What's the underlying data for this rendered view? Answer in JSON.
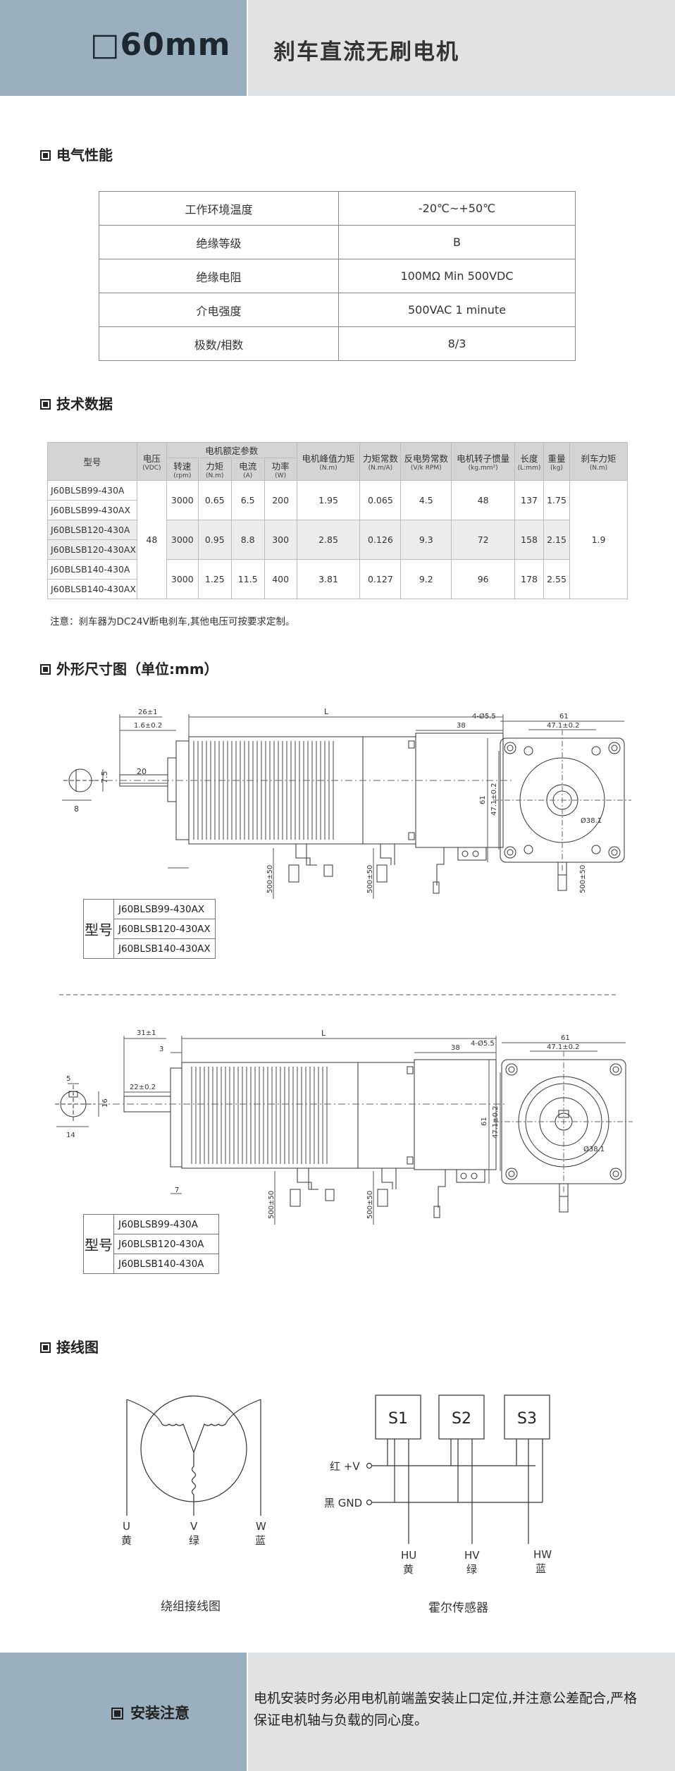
{
  "header": {
    "model": "□60mm",
    "title": "刹车直流无刷电机"
  },
  "sections": {
    "electrical": "电气性能",
    "technical": "技术数据",
    "dimensions": "外形尺寸图（单位:mm）",
    "wiring": "接线图"
  },
  "electrical_rows": [
    {
      "label": "工作环境温度",
      "value": "-20℃~+50℃"
    },
    {
      "label": "绝缘等级",
      "value": "B"
    },
    {
      "label": "绝缘电阻",
      "value": "100MΩ Min 500VDC"
    },
    {
      "label": "介电强度",
      "value": "500VAC 1 minute"
    },
    {
      "label": "极数/相数",
      "value": "8/3"
    }
  ],
  "tech": {
    "headers": {
      "model": "型号",
      "voltage": "电压",
      "voltage_unit": "(VDC)",
      "rated_group": "电机额定参数",
      "speed": "转速",
      "speed_unit": "(rpm)",
      "torque": "力矩",
      "torque_unit": "(N.m)",
      "current": "电流",
      "current_unit": "(A)",
      "power": "功率",
      "power_unit": "(W)",
      "peak_torque": "电机峰值力矩",
      "peak_torque_unit": "(N.m)",
      "torque_const": "力矩常数",
      "torque_const_unit": "(N.m/A)",
      "back_emf": "反电势常数",
      "back_emf_unit": "(V/k RPM)",
      "inertia": "电机转子惯量",
      "inertia_unit": "(kg.mm²)",
      "length": "长度",
      "length_unit": "(L:mm)",
      "weight": "重量",
      "weight_unit": "(kg)",
      "brake": "刹车力矩",
      "brake_unit": "(N.m)"
    },
    "voltage": "48",
    "brake": "1.9",
    "groups": [
      {
        "models": [
          "J60BLSB99-430A",
          "J60BLSB99-430AX"
        ],
        "speed": "3000",
        "torque": "0.65",
        "current": "6.5",
        "power": "200",
        "peak": "1.95",
        "kt": "0.065",
        "ke": "4.5",
        "inertia": "48",
        "length": "137",
        "weight": "1.75"
      },
      {
        "models": [
          "J60BLSB120-430A",
          "J60BLSB120-430AX"
        ],
        "speed": "3000",
        "torque": "0.95",
        "current": "8.8",
        "power": "300",
        "peak": "2.85",
        "kt": "0.126",
        "ke": "9.3",
        "inertia": "72",
        "length": "158",
        "weight": "2.15"
      },
      {
        "models": [
          "J60BLSB140-430A",
          "J60BLSB140-430AX"
        ],
        "speed": "3000",
        "torque": "1.25",
        "current": "11.5",
        "power": "400",
        "peak": "3.81",
        "kt": "0.127",
        "ke": "9.2",
        "inertia": "96",
        "length": "178",
        "weight": "2.55"
      }
    ],
    "note": "注意：刹车器为DC24V断电刹车,其他电压可按要求定制。"
  },
  "drawing1": {
    "dims": {
      "d26": "26±1",
      "d16": "1.6±0.2",
      "L": "L",
      "d38": "38",
      "d20": "20",
      "d75": "7.5",
      "d8": "8",
      "d500": "500±50",
      "hole": "4-Ø5.5",
      "d61": "61",
      "d471": "47.1±0.2",
      "dia": "Ø38.1"
    },
    "model_label": "型号",
    "models": [
      "J60BLSB99-430AX",
      "J60BLSB120-430AX",
      "J60BLSB140-430AX"
    ]
  },
  "drawing2": {
    "dims": {
      "d31": "31±1",
      "d3": "3",
      "L": "L",
      "d38": "38",
      "d22": "22±0.2",
      "d5": "5",
      "d16": "16",
      "d14": "14",
      "d7": "7",
      "d500": "500±50",
      "hole": "4-Ø5.5",
      "d61": "61",
      "d471": "47.1±0.2",
      "dia": "Ø38.1"
    },
    "model_label": "型号",
    "models": [
      "J60BLSB99-430A",
      "J60BLSB120-430A",
      "J60BLSB140-430A"
    ]
  },
  "winding": {
    "caption": "绕组接线图",
    "terminals": [
      {
        "name": "U",
        "color": "黄"
      },
      {
        "name": "V",
        "color": "绿"
      },
      {
        "name": "W",
        "color": "蓝"
      }
    ]
  },
  "hall": {
    "caption": "霍尔传感器",
    "sensors": [
      "S1",
      "S2",
      "S3"
    ],
    "power": "红 +V",
    "gnd": "黑 GND",
    "outputs": [
      {
        "name": "HU",
        "color": "黄"
      },
      {
        "name": "HV",
        "color": "绿"
      },
      {
        "name": "HW",
        "color": "蓝"
      }
    ]
  },
  "footer": {
    "title": "安装注意",
    "text": "电机安装时务必用电机前端盖安装止口定位,并注意公差配合,严格保证电机轴与负载的同心度。"
  }
}
